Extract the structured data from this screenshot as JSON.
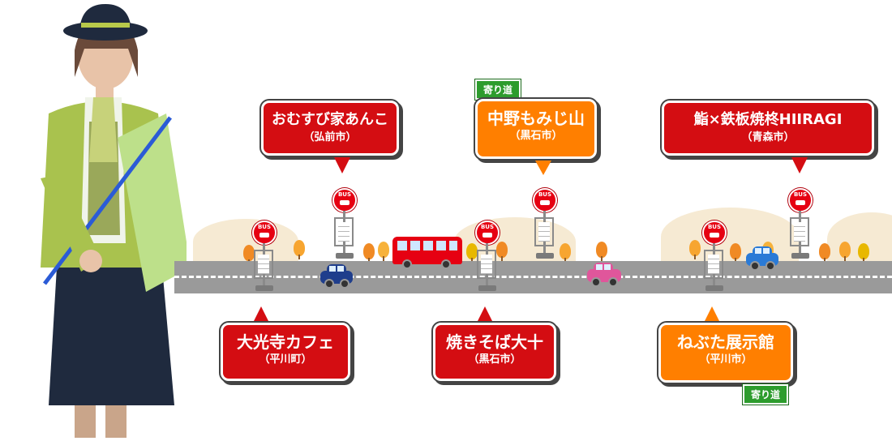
{
  "stops_top": [
    {
      "name": "おむすび家あんこ",
      "city": "（弘前市）",
      "style": "red"
    },
    {
      "name": "中野もみじ山",
      "city": "（黒石市）",
      "style": "orange",
      "badge": "寄り道"
    },
    {
      "name": "鮨×鉄板焼柊HIIRAGI",
      "city": "（青森市）",
      "style": "red"
    }
  ],
  "stops_bottom": [
    {
      "name": "大光寺カフェ",
      "city": "（平川町）",
      "style": "red"
    },
    {
      "name": "焼きそば大十",
      "city": "（黒石市）",
      "style": "red"
    },
    {
      "name": "ねぶた展示館",
      "city": "（平川市）",
      "style": "orange",
      "badge": "寄り道"
    }
  ],
  "bus_sign_text": "BUS",
  "colors": {
    "callout_red": "#d40d12",
    "callout_orange": "#ff7f00",
    "badge_green": "#2d9c2d",
    "road": "#9a9a9a",
    "bus": "#e60012"
  }
}
